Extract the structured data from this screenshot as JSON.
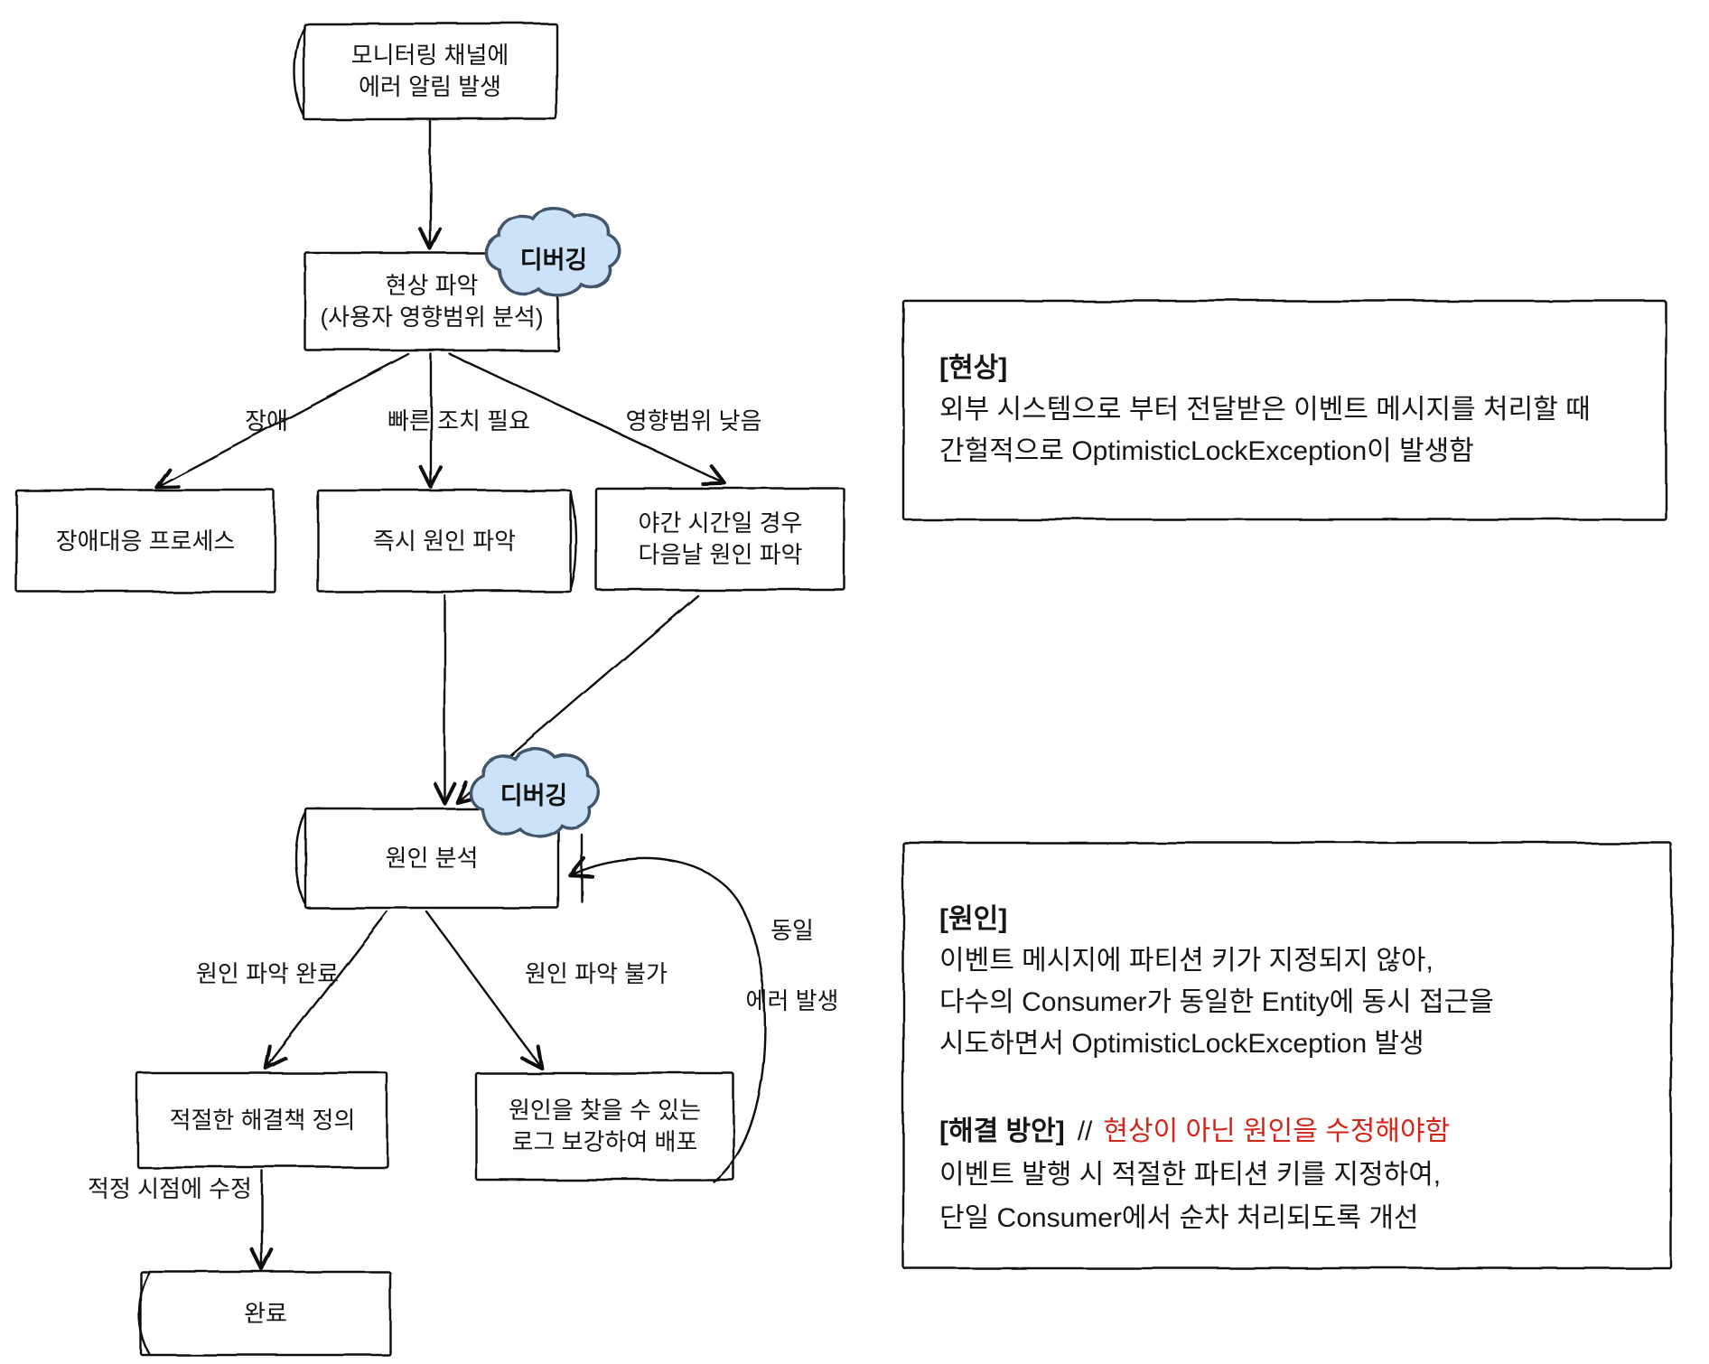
{
  "flow": {
    "node_monitor": {
      "line1": "모니터링 채널에",
      "line2": "에러 알림 발생"
    },
    "node_assess": {
      "line1": "현상 파악",
      "line2": "(사용자 영향범위 분석)"
    },
    "cloud_debug1": "디버깅",
    "cloud_debug2": "디버깅",
    "edge_failure": "장애",
    "edge_quick_action": "빠른 조치 필요",
    "edge_low_impact": "영향범위 낮음",
    "node_incident_process": "장애대응 프로세스",
    "node_immediate_cause": "즉시 원인 파악",
    "node_night": {
      "line1": "야간 시간일 경우",
      "line2": "다음날 원인 파악"
    },
    "node_cause_analysis": "원인 분석",
    "edge_cause_found": "원인 파악 완료",
    "edge_cause_not_found": "원인 파악 불가",
    "edge_same_error": {
      "line1": "동일",
      "line2": "에러 발생"
    },
    "node_define_solution": "적절한 해결책 정의",
    "node_add_logs": {
      "line1": "원인을 찾을 수 있는",
      "line2": "로그 보강하여 배포"
    },
    "edge_fix_timing": "적정 시점에 수정",
    "node_done": "완료"
  },
  "notes": {
    "phenomenon": {
      "title": "[현상]",
      "line1": "외부 시스템으로 부터 전달받은 이벤트 메시지를 처리할 때",
      "line2": "간헐적으로 OptimisticLockException이 발생함"
    },
    "cause": {
      "title": "[원인]",
      "line1": "이벤트 메시지에 파티션 키가 지정되지 않아,",
      "line2": "다수의 Consumer가 동일한 Entity에 동시 접근을",
      "line3": "시도하면서 OptimisticLockException 발생"
    },
    "solution": {
      "title": "[해결 방안]",
      "comment_marker": "//",
      "comment": "현상이 아닌 원인을 수정해야함",
      "line1": "이벤트 발행 시 적절한 파티션 키를 지정하여,",
      "line2": "단일 Consumer에서 순차 처리되도록 개선"
    }
  },
  "colors": {
    "ink": "#111111",
    "accent_red": "#d02518",
    "cloud_fill": "#cbe2f8",
    "cloud_stroke": "#43556a"
  }
}
